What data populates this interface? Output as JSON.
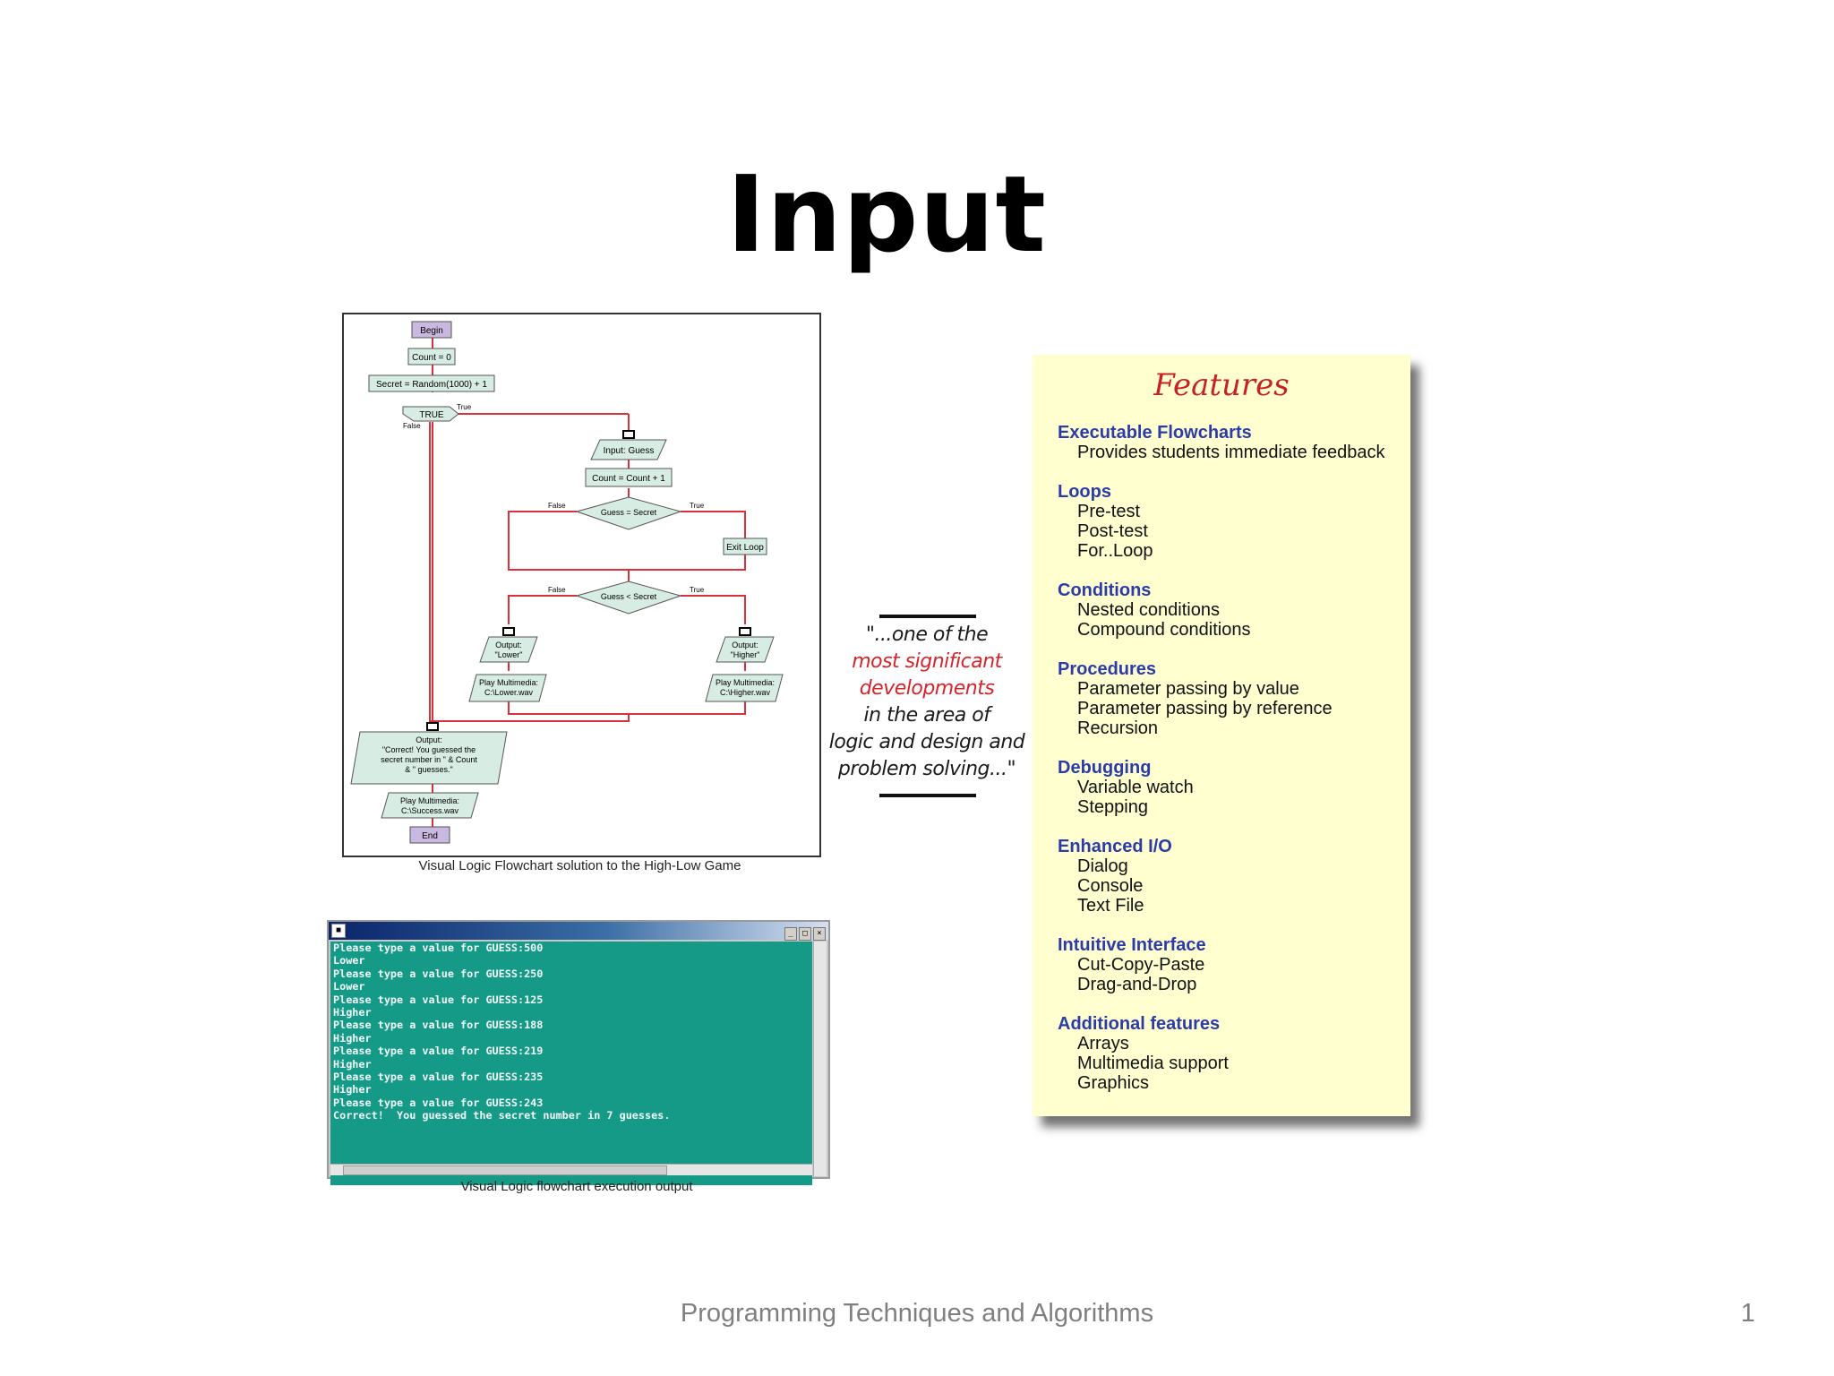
{
  "slide": {
    "title": "Input",
    "footer": "Programming Techniques and Algorithms",
    "page_number": "1"
  },
  "flowchart": {
    "caption": "Visual Logic Flowchart solution to the High-Low Game",
    "nodes": {
      "begin": "Begin",
      "count_init": "Count = 0",
      "secret": "Secret = Random(1000) + 1",
      "loop": "TRUE",
      "input_guess": "Input: Guess",
      "count_inc": "Count = Count + 1",
      "guess_eq": "Guess = Secret",
      "exit_loop": "Exit Loop",
      "guess_lt": "Guess < Secret",
      "out_lower_1": "Output:",
      "out_lower_2": "\"Lower\"",
      "out_higher_1": "Output:",
      "out_higher_2": "\"Higher\"",
      "mm_lower_1": "Play Multimedia:",
      "mm_lower_2": "C:\\Lower.wav",
      "mm_higher_1": "Play Multimedia:",
      "mm_higher_2": "C:\\Higher.wav",
      "out_correct_1": "Output:",
      "out_correct_2": "\"Correct!  You guessed the",
      "out_correct_3": "secret number in \" & Count",
      "out_correct_4": "& \" guesses.\"",
      "mm_success_1": "Play Multimedia:",
      "mm_success_2": "C:\\Success.wav",
      "end": "End"
    },
    "branch_labels": {
      "loop_true": "True",
      "loop_false": "False",
      "eq_false": "False",
      "eq_true": "True",
      "lt_false": "False",
      "lt_true": "True"
    }
  },
  "console": {
    "caption": "Visual Logic flowchart execution output",
    "title_icon": "app-icon",
    "buttons": [
      "_",
      "□",
      "×"
    ],
    "lines": [
      "Please type a value for GUESS:500",
      "Lower",
      "Please type a value for GUESS:250",
      "Lower",
      "Please type a value for GUESS:125",
      "Higher",
      "Please type a value for GUESS:188",
      "Higher",
      "Please type a value for GUESS:219",
      "Higher",
      "Please type a value for GUESS:235",
      "Higher",
      "Please type a value for GUESS:243",
      "Correct!  You guessed the secret number in 7 guesses."
    ]
  },
  "quote": {
    "line1": "\"...one of the",
    "line2": "most significant",
    "line3": "developments",
    "line4": "in the area of",
    "line5": "logic and design and",
    "line6": "problem solving...\""
  },
  "features": {
    "title": "Features",
    "groups": [
      {
        "heading": "Executable Flowcharts",
        "items": [
          "Provides students immediate feedback"
        ]
      },
      {
        "heading": "Loops",
        "items": [
          "Pre-test",
          "Post-test",
          "For..Loop"
        ]
      },
      {
        "heading": "Conditions",
        "items": [
          "Nested conditions",
          "Compound conditions"
        ]
      },
      {
        "heading": "Procedures",
        "items": [
          "Parameter passing by value",
          "Parameter passing by reference",
          "Recursion"
        ]
      },
      {
        "heading": "Debugging",
        "items": [
          "Variable watch",
          "Stepping"
        ]
      },
      {
        "heading": "Enhanced I/O",
        "items": [
          "Dialog",
          "Console",
          "Text File"
        ]
      },
      {
        "heading": "Intuitive Interface",
        "items": [
          "Cut-Copy-Paste",
          "Drag-and-Drop"
        ]
      },
      {
        "heading": "Additional features",
        "items": [
          "Arrays",
          "Multimedia support",
          "Graphics"
        ]
      }
    ]
  },
  "colors": {
    "flow_line": "#d9323a",
    "node_fill": "#d7ece2",
    "terminal_fill": "#c9b8e0",
    "console_bg": "#169a88",
    "feature_heading": "#2b3ca8",
    "feature_panel": "#ffffd0"
  }
}
